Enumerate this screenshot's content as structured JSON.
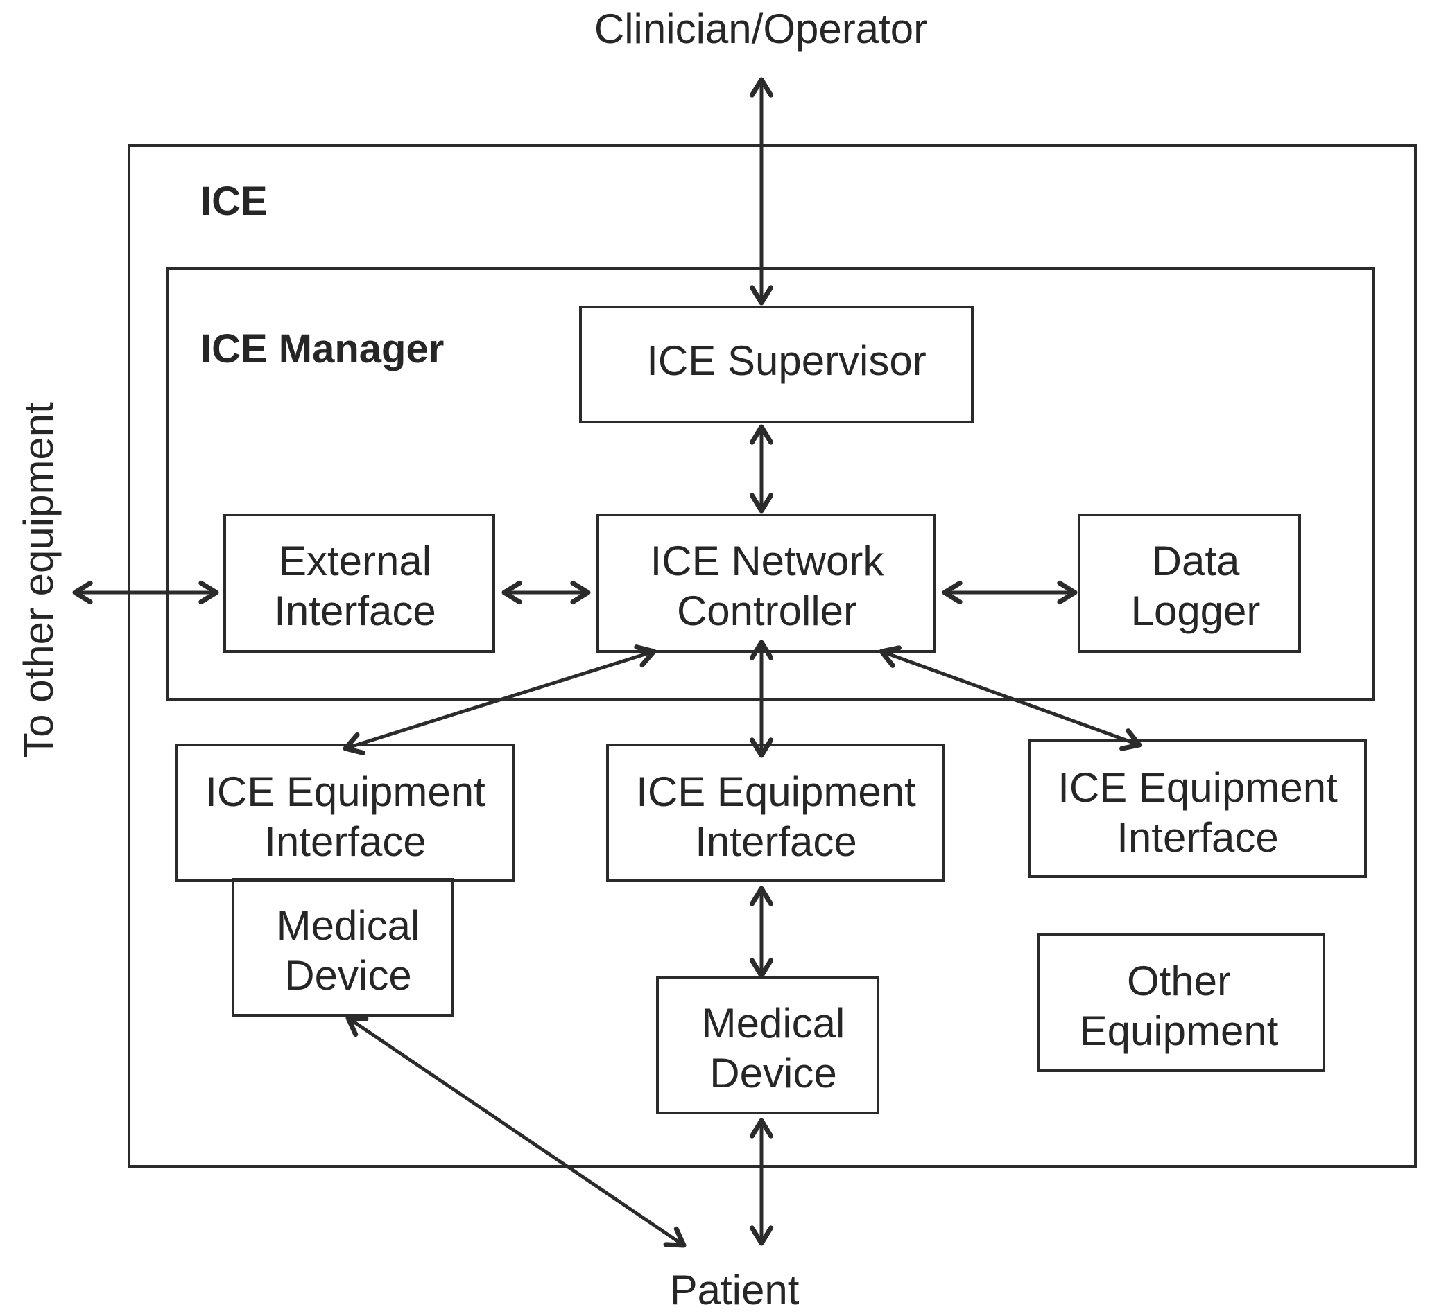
{
  "labels": {
    "clinician": "Clinician/Operator",
    "patient": "Patient",
    "other_equipment_side": "To other equipment",
    "ice": "ICE",
    "ice_manager": "ICE Manager"
  },
  "boxes": {
    "supervisor": [
      "ICE Supervisor"
    ],
    "external_interface": [
      "External",
      "Interface"
    ],
    "network_controller": [
      "ICE Network",
      "Controller"
    ],
    "data_logger": [
      "Data",
      "Logger"
    ],
    "equipment_interface_1": [
      "ICE Equipment",
      "Interface"
    ],
    "equipment_interface_2": [
      "ICE Equipment",
      "Interface"
    ],
    "equipment_interface_3": [
      "ICE Equipment",
      "Interface"
    ],
    "medical_device_1": [
      "Medical",
      "Device"
    ],
    "medical_device_2": [
      "Medical",
      "Device"
    ],
    "other_equipment": [
      "Other",
      "Equipment"
    ]
  }
}
